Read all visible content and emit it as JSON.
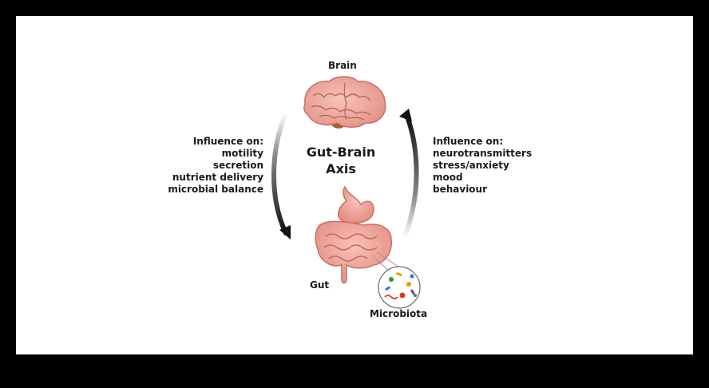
{
  "title_lines": [
    "Gut-Brain",
    "Axis"
  ],
  "labels": {
    "brain": "Brain",
    "gut": "Gut",
    "microbiota": "Microbiota"
  },
  "gut_to_brain": {
    "heading": "Influence on:",
    "items": [
      "motility",
      "secretion",
      "nutrient delivery",
      "microbial balance"
    ]
  },
  "brain_to_gut": {
    "heading": "Influence on:",
    "items": [
      "neurotransmitters",
      "stress/anxiety",
      "mood",
      "behaviour"
    ]
  },
  "colors": {
    "background_border": "#000000",
    "canvas": "#ffffff",
    "organ_pink": "#f2a9a0",
    "organ_outline": "#c96f66",
    "brain_stem": "#b05a2a",
    "arrow": "#111111"
  },
  "icons": {
    "brain": "brain-icon",
    "gut": "intestines-icon",
    "microbiota": "microbe-circle-icon"
  }
}
